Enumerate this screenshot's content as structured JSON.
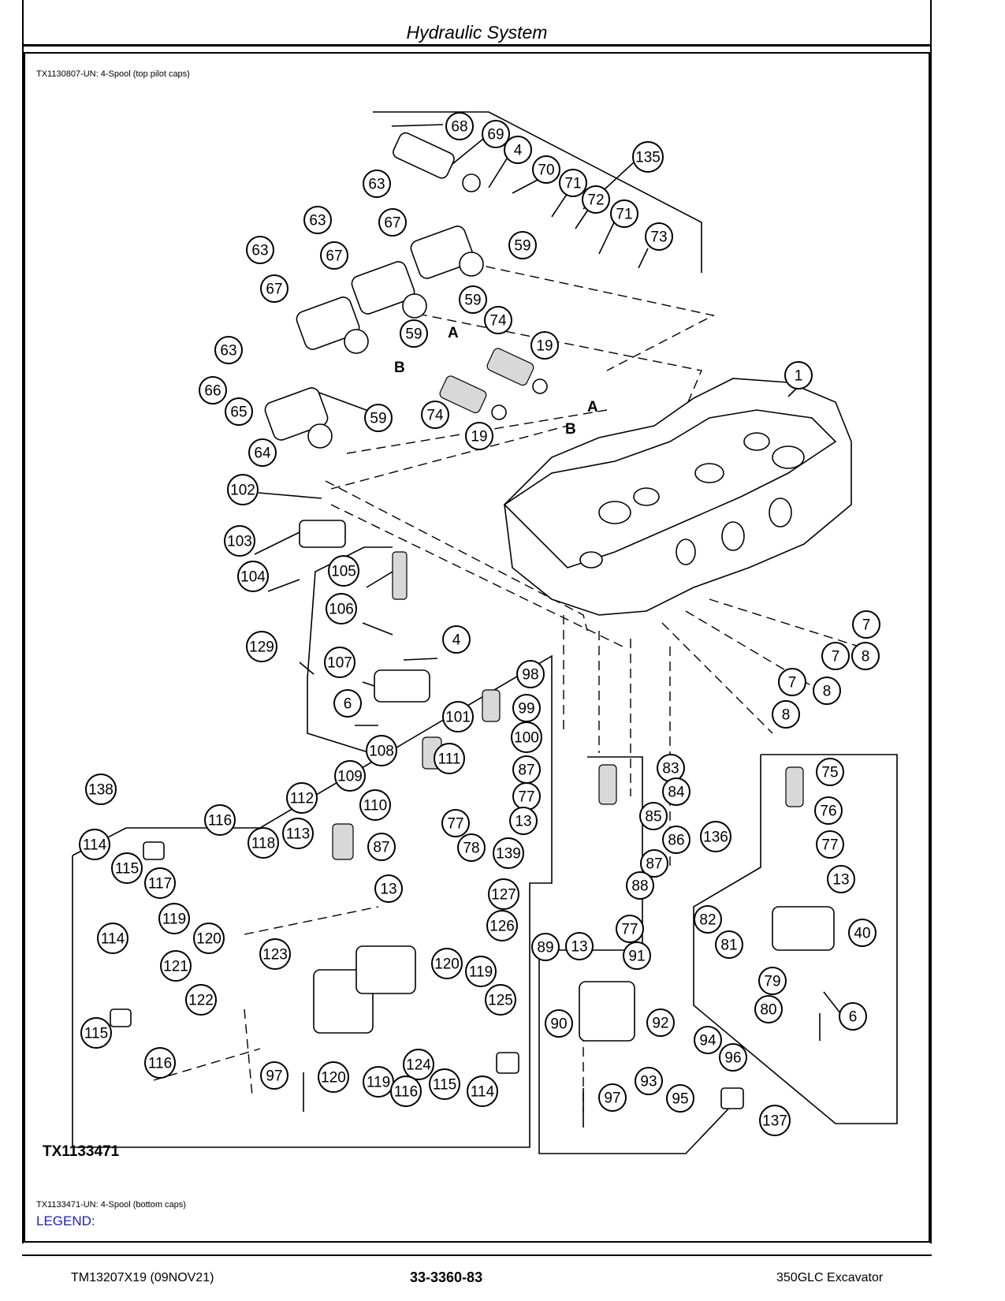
{
  "header": {
    "title": "Hydraulic System"
  },
  "figure": {
    "caption_top": "TX1130807-UN: 4-Spool (top pilot caps)",
    "figure_id": "TX1133471",
    "caption_bottom": "TX1133471-UN: 4-Spool (bottom caps)",
    "legend_label": "LEGEND:",
    "letter_labels": [
      "A",
      "B",
      "A",
      "B"
    ],
    "callouts": [
      "68",
      "69",
      "4",
      "70",
      "135",
      "71",
      "72",
      "71",
      "73",
      "63",
      "67",
      "63",
      "67",
      "59",
      "63",
      "67",
      "59",
      "59",
      "74",
      "19",
      "63",
      "66",
      "65",
      "64",
      "59",
      "74",
      "19",
      "1",
      "102",
      "103",
      "104",
      "105",
      "106",
      "4",
      "129",
      "107",
      "6",
      "98",
      "99",
      "101",
      "100",
      "108",
      "111",
      "109",
      "110",
      "87",
      "77",
      "13",
      "112",
      "113",
      "87",
      "77",
      "78",
      "139",
      "13",
      "138",
      "114",
      "116",
      "118",
      "115",
      "117",
      "119",
      "120",
      "114",
      "121",
      "115",
      "122",
      "116",
      "123",
      "127",
      "126",
      "120",
      "119",
      "125",
      "97",
      "120",
      "119",
      "124",
      "116",
      "115",
      "114",
      "7",
      "7",
      "8",
      "7",
      "8",
      "8",
      "83",
      "84",
      "85",
      "86",
      "87",
      "88",
      "77",
      "89",
      "13",
      "91",
      "90",
      "92",
      "94",
      "96",
      "93",
      "95",
      "97",
      "137",
      "75",
      "76",
      "77",
      "136",
      "13",
      "82",
      "81",
      "40",
      "79",
      "80",
      "6"
    ]
  },
  "footer": {
    "doc_id": "TM13207X19 (09NOV21)",
    "page_number": "33-3360-83",
    "model": "350GLC Excavator"
  }
}
